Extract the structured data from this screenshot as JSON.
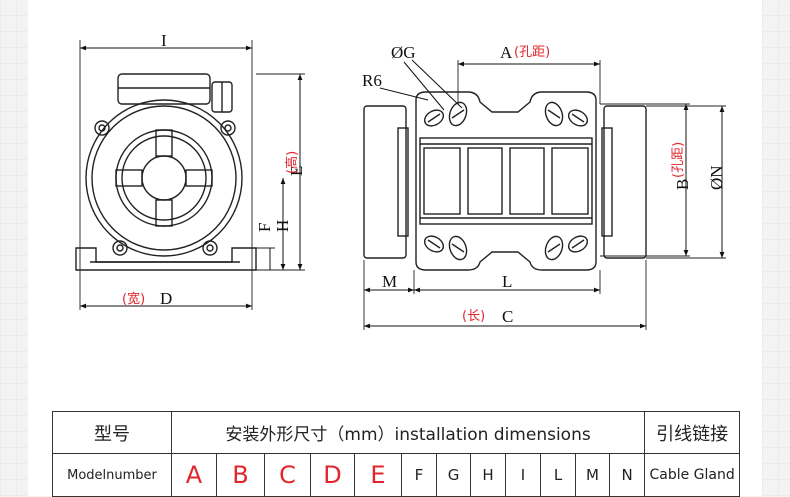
{
  "diagram": {
    "front_view": {
      "labels": {
        "I": "I",
        "E": "E",
        "E_cn": "(高)",
        "F": "F",
        "H": "H",
        "D": "D",
        "D_cn": "(宽)"
      }
    },
    "top_view": {
      "labels": {
        "G": "ØG",
        "A": "A",
        "A_cn": "(孔距)",
        "R6": "R6",
        "B": "B",
        "B_cn": "(孔距)",
        "N": "ØN",
        "M": "M",
        "L": "L",
        "C": "C",
        "C_cn": "(长)"
      }
    }
  },
  "table": {
    "header": {
      "model": "型号",
      "dims": "安装外形尺寸（mm）installation dimensions",
      "gland": "引线链接"
    },
    "row": {
      "label": "Modelnumber",
      "cols": [
        "A",
        "B",
        "C",
        "D",
        "E",
        "F",
        "G",
        "H",
        "I",
        "L",
        "M",
        "N"
      ],
      "last": "Cable Gland"
    }
  },
  "colors": {
    "accent": "#e0262b",
    "line": "#333333"
  }
}
